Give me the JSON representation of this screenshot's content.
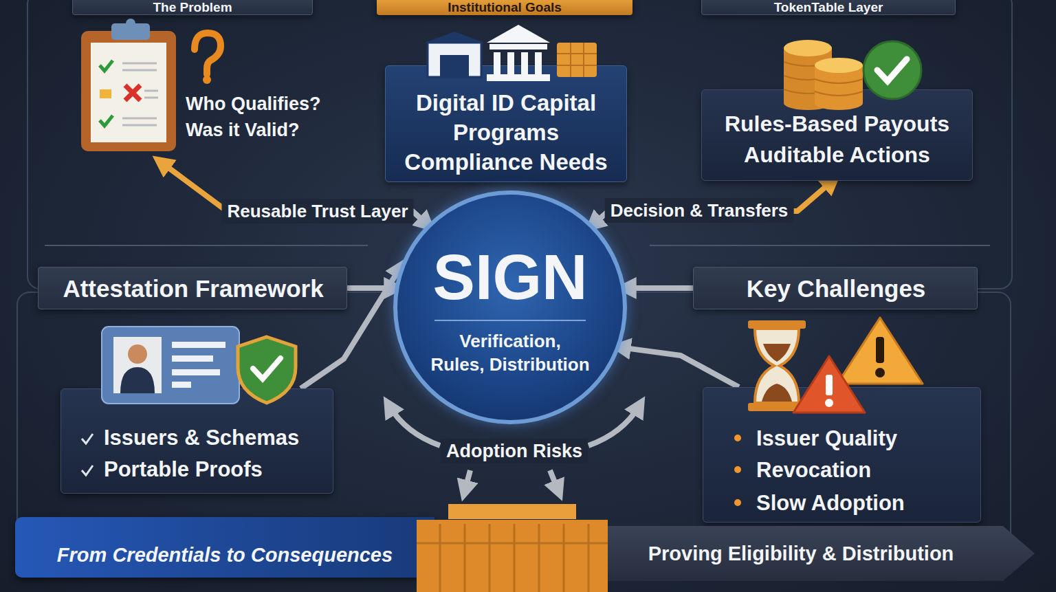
{
  "diagram": {
    "nodes": [
      {
        "text": [
          "The Problem",
          "Who Qualifies? Was it Valid?"
        ]
      },
      {
        "text": [
          "Institutional Goals",
          "Digital ID Capital Programs Compliance Needs"
        ]
      },
      {
        "text": [
          "TokenTable Layer",
          "Rules-Based Payouts Auditable Actions"
        ]
      },
      {
        "text": [
          "SIGN",
          "Verification, Rules, Distribution"
        ]
      },
      {
        "text": [
          "Attestation Framework"
        ]
      },
      {
        "text": [
          "Issuers & Schemas",
          "Portable Proofs"
        ]
      },
      {
        "text": [
          "Key Challenges"
        ]
      },
      {
        "text": [
          "Issuer Quality",
          "Revocation",
          "Slow Adoption"
        ]
      },
      {
        "text": [
          "From Credentials to Consequences"
        ]
      },
      {
        "text": [
          "Proving Eligibility & Distribution"
        ]
      }
    ],
    "edges": [
      {
        "from": 3,
        "to": 0,
        "label": "Reusable Trust Layer",
        "arrow": "both"
      },
      {
        "from": 3,
        "to": 2,
        "label": "Decision & Transfers",
        "arrow": "both"
      },
      {
        "from": 4,
        "to": 3,
        "arrow": "to"
      },
      {
        "from": 5,
        "to": 3,
        "arrow": "to"
      },
      {
        "from": 6,
        "to": 3,
        "arrow": "to"
      },
      {
        "from": 7,
        "to": 3,
        "arrow": "to"
      }
    ],
    "labels": [
      "Adoption Risks"
    ]
  }
}
